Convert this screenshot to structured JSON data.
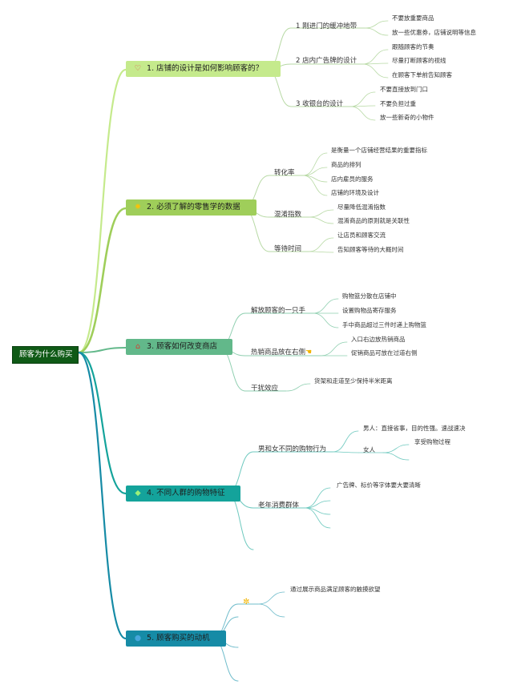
{
  "root": {
    "label": "顾客为什么购买"
  },
  "branches": [
    {
      "label": "1. 店铺的设计是如何影响顾客的？",
      "icon": "heart-icon",
      "color": "#c5ea8c",
      "children": [
        {
          "label": "1 刚进门的缓冲地带",
          "children": [
            "不要放重要商品",
            "放一些优惠券，店铺说明等信息"
          ]
        },
        {
          "label": "2 店内广告牌的设计",
          "children": [
            "跟随顾客的节奏",
            "尽量打断顾客的视线",
            "在顾客下单前告知顾客"
          ]
        },
        {
          "label": "3 收银台的设计",
          "children": [
            "不要直接放到门口",
            "不要负担过重",
            "放一些新奇的小物件"
          ]
        }
      ]
    },
    {
      "label": "2. 必须了解的零售学的数据",
      "icon": "lightbulb-icon",
      "color": "#9fce5a",
      "children": [
        {
          "label": "转化率",
          "children": [
            "是衡量一个店铺经营结果的重要指标",
            "商品的排列",
            "店内雇员的服务",
            "店铺的环境及设计"
          ]
        },
        {
          "label": "混淆指数",
          "children": [
            "尽量降低混淆指数",
            "混淆商品的原则就是关联性"
          ]
        },
        {
          "label": "等待时间",
          "children": [
            "让店员和顾客交流",
            "告知顾客等待的大概时间"
          ]
        }
      ]
    },
    {
      "label": "3. 顾客如何改变商店",
      "icon": "house-icon",
      "color": "#62b88a",
      "children": [
        {
          "label": "解放顾客的一只手",
          "children": [
            "购物篮分散在店铺中",
            "设置购物品寄存服务",
            "手中商品超过三件时递上购物篮"
          ]
        },
        {
          "label": "热销商品放在右侧",
          "icon": "pointing-hand-icon",
          "children": [
            "入口右边放热销商品",
            "促销商品可放在过道右侧"
          ]
        },
        {
          "label": "干扰效应",
          "children": [
            "货架和走道至少保持半米距离"
          ]
        }
      ]
    },
    {
      "label": "4. 不同人群的购物特征",
      "icon": "gem-icon",
      "color": "#14a39b",
      "children": [
        {
          "label": "男和女不同的购物行为",
          "children": [
            "男人：直接省事，目的性强。速战速决",
            "女人"
          ],
          "grandchild": "享受购物过程"
        },
        {
          "label": "老年消费群体",
          "children": [
            "广告牌、标价等字体要大要清晰",
            "",
            "",
            ""
          ]
        },
        {
          "label": "",
          "children": []
        }
      ]
    },
    {
      "label": "5. 顾客购买的动机",
      "icon": "globe-icon",
      "color": "#168ba6",
      "children": [
        {
          "label": "",
          "icon": "clapping-hands-icon",
          "children": [
            "通过展示商品满足顾客的触摸欲望",
            ""
          ]
        },
        {
          "label": "",
          "children": []
        },
        {
          "label": "",
          "children": []
        },
        {
          "label": "",
          "children": []
        }
      ]
    }
  ]
}
